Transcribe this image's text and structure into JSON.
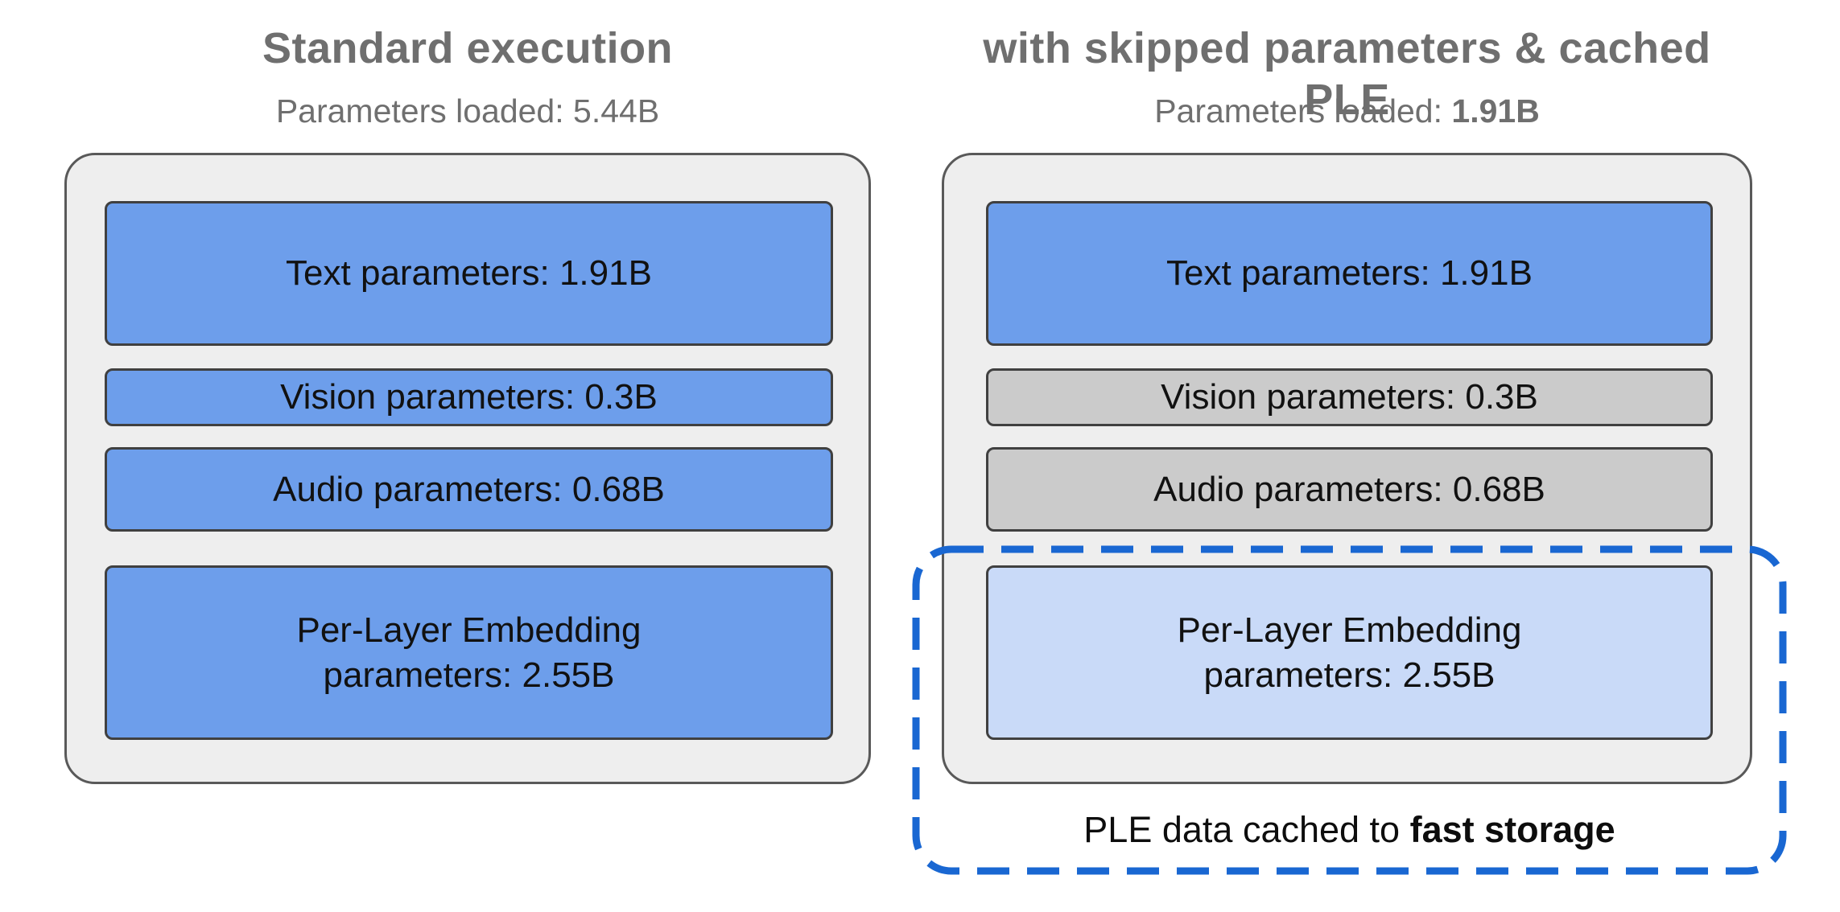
{
  "colors": {
    "box_blue": "#6d9eeb",
    "box_gray": "#cbcbcb",
    "box_light_blue": "#c9daf8",
    "container_fill": "#eeeeee",
    "container_border": "#595959",
    "dashed_outline_blue": "#1967d2",
    "heading_gray": "#6f6f6f"
  },
  "panels": [
    {
      "title": "Standard execution",
      "subtitle": {
        "label": "Parameters loaded: ",
        "value": "5.44B"
      },
      "boxes": [
        {
          "id": "text",
          "label": "Text parameters: 1.91B"
        },
        {
          "id": "vision",
          "label": "Vision parameters: 0.3B"
        },
        {
          "id": "audio",
          "label": "Audio parameters: 0.68B"
        },
        {
          "id": "ple",
          "label": "Per-Layer Embedding parameters: 2.55B"
        }
      ]
    },
    {
      "title": "with skipped parameters & cached PLE",
      "subtitle": {
        "label": "Parameters loaded: ",
        "value": "1.91B"
      },
      "boxes": [
        {
          "id": "text",
          "label": "Text parameters: 1.91B"
        },
        {
          "id": "vision",
          "label": "Vision parameters: 0.3B"
        },
        {
          "id": "audio",
          "label": "Audio parameters: 0.68B"
        },
        {
          "id": "ple",
          "label": "Per-Layer Embedding parameters: 2.55B"
        }
      ],
      "caption": {
        "prefix": "PLE data cached to ",
        "bold": "fast storage"
      }
    }
  ]
}
